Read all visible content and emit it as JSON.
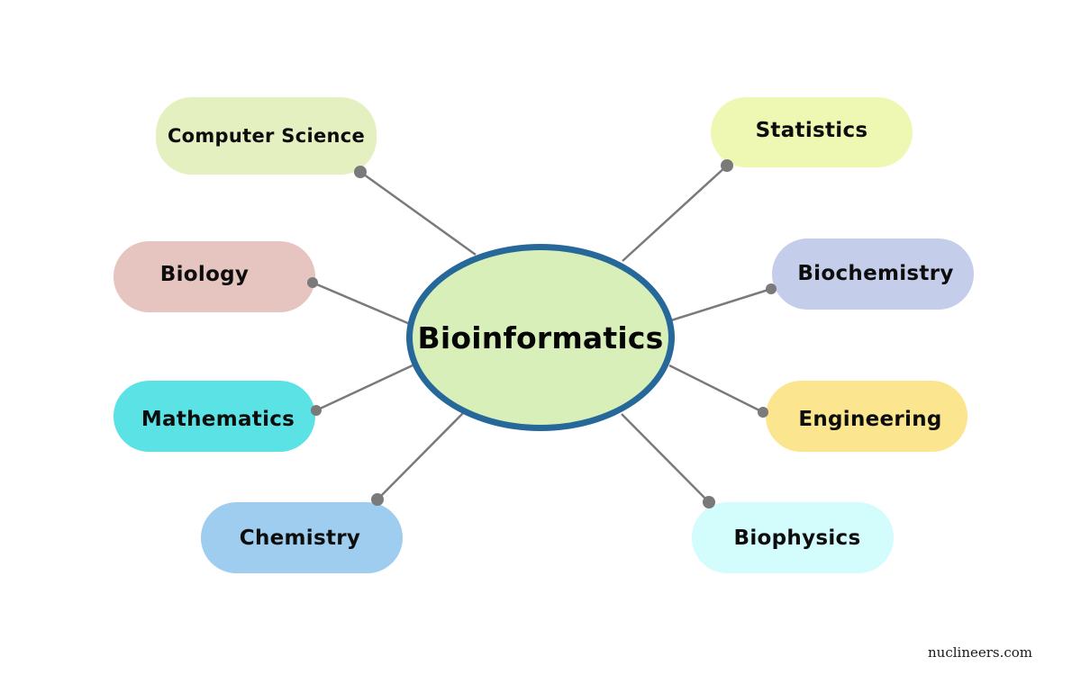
{
  "diagram": {
    "type": "mind-map",
    "center": {
      "label": "Bioinformatics",
      "fill": "#d9efb9",
      "stroke": "#27689a"
    },
    "branches": [
      {
        "label": "Computer Science",
        "fill": "#e5f0c1"
      },
      {
        "label": "Statistics",
        "fill": "#eef8b2"
      },
      {
        "label": "Biology",
        "fill": "#e6c4bf"
      },
      {
        "label": "Biochemistry",
        "fill": "#c4cdea"
      },
      {
        "label": "Mathematics",
        "fill": "#5ae2e5"
      },
      {
        "label": "Engineering",
        "fill": "#fbe58e"
      },
      {
        "label": "Chemistry",
        "fill": "#9ecdf0"
      },
      {
        "label": "Biophysics",
        "fill": "#d3fcfd"
      }
    ],
    "connector_color": "#7a7a7a"
  },
  "footer": {
    "watermark": "nuclineers.com"
  }
}
